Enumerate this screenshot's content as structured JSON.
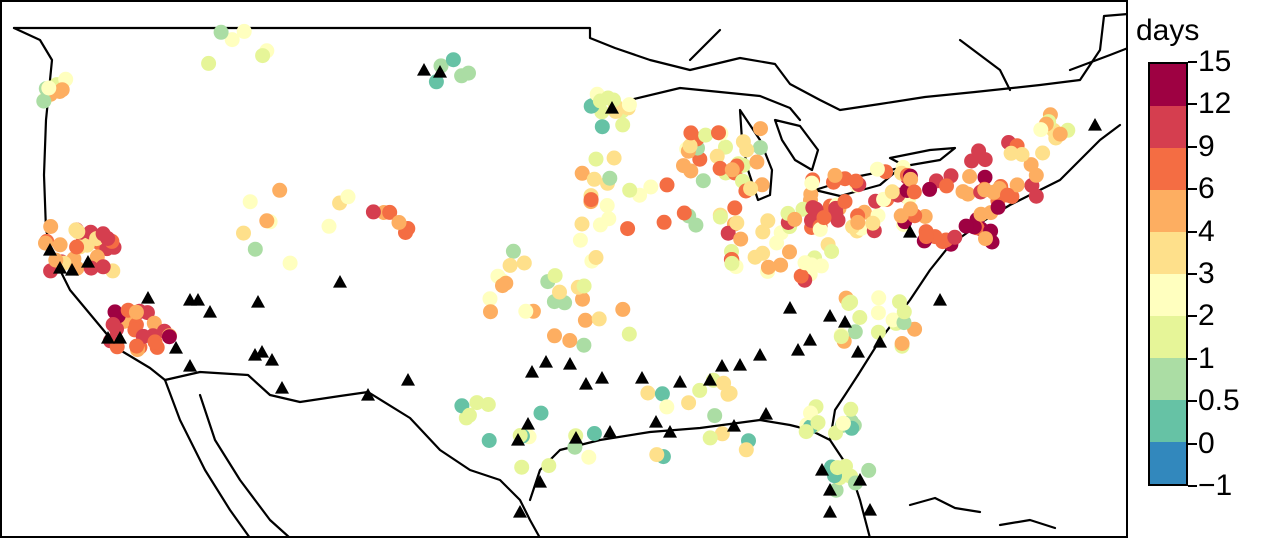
{
  "legend": {
    "unit": "days",
    "ticks": [
      "15",
      "12",
      "9",
      "6",
      "4",
      "3",
      "2",
      "1",
      "0.5",
      "0",
      "−1"
    ],
    "colors": [
      "#9e0142",
      "#d53e4f",
      "#f46d43",
      "#fdae61",
      "#fee08b",
      "#ffffbf",
      "#e6f598",
      "#abdda4",
      "#66c2a5",
      "#3288bd"
    ]
  },
  "map": {
    "region": "contiguous-united-states",
    "marker_legend": {
      "circle": "station-colored-by-value",
      "triangle": "station-marker-black"
    }
  }
}
